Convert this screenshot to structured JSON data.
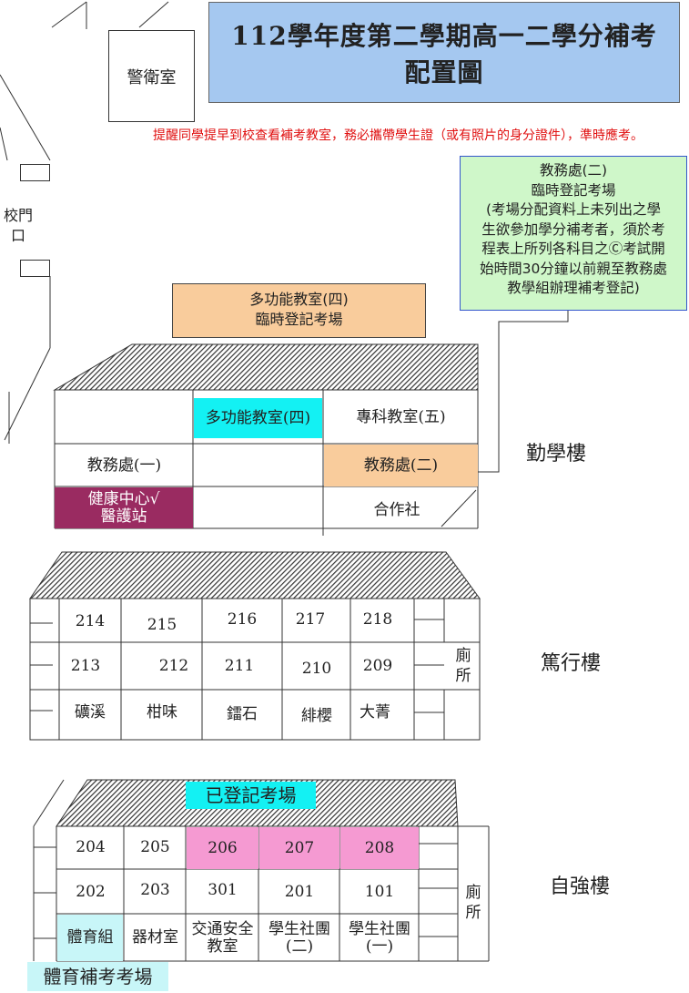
{
  "title": {
    "line1": "112學年度第二學期高一二學分補考",
    "line2": "配置圖"
  },
  "guard_room": "警衛室",
  "notice": "提醒同學提早到校查看補考教室，務必攜帶學生證（或有照片的身分證件），準時應考。",
  "gate": {
    "line1": "校門",
    "line2": "口"
  },
  "registration_box": {
    "lines": [
      "教務處(二)",
      "臨時登記考場",
      "(考場分配資料上未列出之學",
      "生欲參加學分補考者，須於考",
      "程表上所列各科目之Ⓒ考試開",
      "始時間30分鐘以前親至教務處",
      "教學組辦理補考登記)"
    ]
  },
  "multi_room_box": {
    "line1": "多功能教室(四)",
    "line2": "臨時登記考場"
  },
  "buildings": {
    "qinxue": {
      "name": "勤學樓",
      "rooms": {
        "multi4": "多功能教室(四)",
        "special5": "專科教室(五)",
        "office1": "教務處(一)",
        "office2": "教務處(二)",
        "health": "健康中心√醫護站",
        "coop": "合作社"
      }
    },
    "duxing": {
      "name": "篤行樓",
      "row1": [
        "214",
        "215",
        "216",
        "217",
        "218"
      ],
      "row2": [
        "213",
        "212",
        "211",
        "210",
        "209"
      ],
      "row3": [
        "礦溪",
        "柑味",
        "鐳石",
        "緋櫻",
        "大菁"
      ],
      "toilet": "廁所"
    },
    "ziqiang": {
      "name": "自強樓",
      "banner": "已登記考場",
      "row1": [
        "204",
        "205",
        "206",
        "207",
        "208"
      ],
      "row2": [
        "202",
        "203",
        "301",
        "201",
        "101"
      ],
      "row3": [
        "體育組",
        "器材室",
        "交通安全\n教室",
        "學生社團\n(二)",
        "學生社團\n(一)"
      ],
      "toilet": "廁所",
      "pe_label": "體育補考考場"
    }
  },
  "colors": {
    "title_bg": "#a5c8f0",
    "notice": "#e01010",
    "registration_bg": "#cff7c9",
    "orange": "#f9cc9c",
    "cyan": "#13f1f3",
    "health": "#9a2b61",
    "pink": "#f59ad2",
    "pe_cyan": "#c8f6f8"
  }
}
